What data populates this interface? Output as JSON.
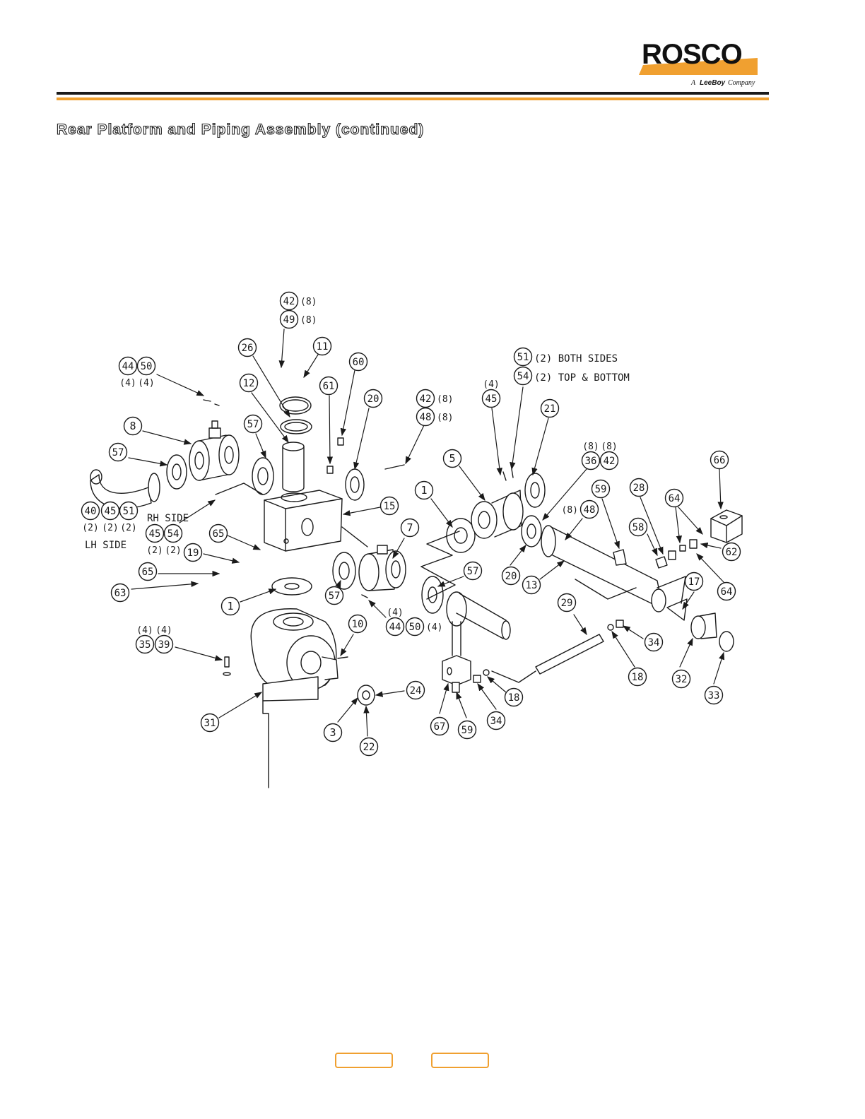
{
  "header": {
    "brand": "ROSCO",
    "tagline_prefix": "A",
    "tagline_brand": "LeeBoy",
    "tagline_suffix": "Company",
    "title": "Rear Platform and Piping Assembly (continued)",
    "colors": {
      "accent": "#f0a030",
      "rule": "#1a1a1a",
      "ink": "#1a1a1a"
    }
  },
  "diagram": {
    "callouts": [
      {
        "n": "42",
        "q": "(8)"
      },
      {
        "n": "49",
        "q": "(8)"
      },
      {
        "n": "26",
        "q": ""
      },
      {
        "n": "11",
        "q": ""
      },
      {
        "n": "44",
        "q": "(4)"
      },
      {
        "n": "50",
        "q": "(4)"
      },
      {
        "n": "12",
        "q": ""
      },
      {
        "n": "60",
        "q": ""
      },
      {
        "n": "61",
        "q": ""
      },
      {
        "n": "20",
        "q": ""
      },
      {
        "n": "42",
        "q": "(8)"
      },
      {
        "n": "48",
        "q": "(8)"
      },
      {
        "n": "51",
        "q": ""
      },
      {
        "n": "54",
        "q": ""
      },
      {
        "n": "45",
        "q": "(4)"
      },
      {
        "n": "21",
        "q": ""
      },
      {
        "n": "8",
        "q": ""
      },
      {
        "n": "57",
        "q": ""
      },
      {
        "n": "57",
        "q": ""
      },
      {
        "n": "5",
        "q": ""
      },
      {
        "n": "36",
        "q": "(8)"
      },
      {
        "n": "42",
        "q": "(8)"
      },
      {
        "n": "66",
        "q": ""
      },
      {
        "n": "59",
        "q": ""
      },
      {
        "n": "28",
        "q": ""
      },
      {
        "n": "1",
        "q": ""
      },
      {
        "n": "48",
        "q": "(8)"
      },
      {
        "n": "64",
        "q": ""
      },
      {
        "n": "15",
        "q": ""
      },
      {
        "n": "40",
        "q": "(2)"
      },
      {
        "n": "45",
        "q": "(2)"
      },
      {
        "n": "51",
        "q": "(2)"
      },
      {
        "n": "45",
        "q": "(2)"
      },
      {
        "n": "54",
        "q": "(2)"
      },
      {
        "n": "7",
        "q": ""
      },
      {
        "n": "58",
        "q": ""
      },
      {
        "n": "62",
        "q": ""
      },
      {
        "n": "65",
        "q": ""
      },
      {
        "n": "19",
        "q": ""
      },
      {
        "n": "65",
        "q": ""
      },
      {
        "n": "57",
        "q": ""
      },
      {
        "n": "20",
        "q": ""
      },
      {
        "n": "13",
        "q": ""
      },
      {
        "n": "17",
        "q": ""
      },
      {
        "n": "64",
        "q": ""
      },
      {
        "n": "63",
        "q": ""
      },
      {
        "n": "57",
        "q": ""
      },
      {
        "n": "1",
        "q": ""
      },
      {
        "n": "44",
        "q": "(4)"
      },
      {
        "n": "50",
        "q": "(4)"
      },
      {
        "n": "29",
        "q": ""
      },
      {
        "n": "10",
        "q": ""
      },
      {
        "n": "35",
        "q": "(4)"
      },
      {
        "n": "39",
        "q": "(4)"
      },
      {
        "n": "34",
        "q": ""
      },
      {
        "n": "18",
        "q": ""
      },
      {
        "n": "32",
        "q": ""
      },
      {
        "n": "24",
        "q": ""
      },
      {
        "n": "18",
        "q": ""
      },
      {
        "n": "33",
        "q": ""
      },
      {
        "n": "31",
        "q": ""
      },
      {
        "n": "34",
        "q": ""
      },
      {
        "n": "67",
        "q": ""
      },
      {
        "n": "59",
        "q": ""
      },
      {
        "n": "3",
        "q": ""
      },
      {
        "n": "22",
        "q": ""
      }
    ],
    "notes": {
      "both_sides": "(2) BOTH SIDES",
      "top_bottom": "(2) TOP & BOTTOM",
      "rh_side": "RH SIDE",
      "lh_side": "LH SIDE"
    }
  },
  "nav": {
    "prev_label": "",
    "next_label": ""
  }
}
